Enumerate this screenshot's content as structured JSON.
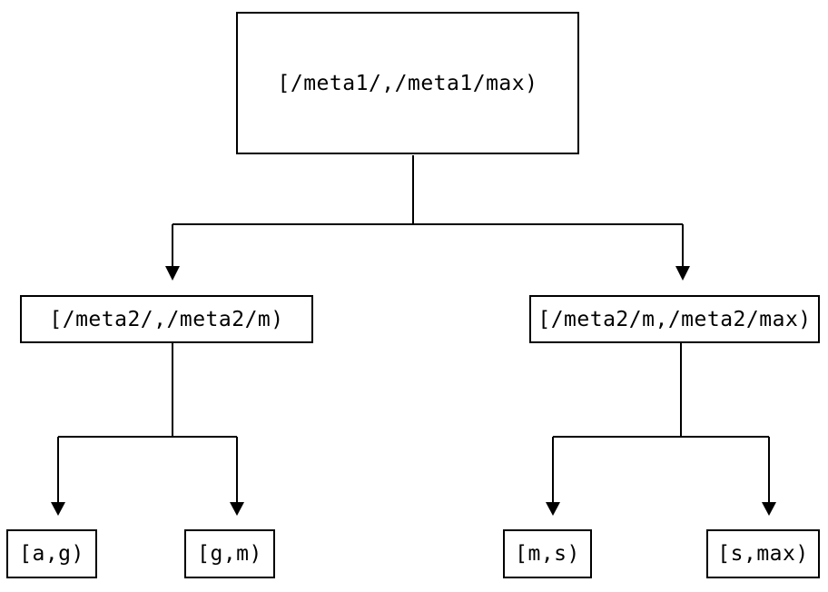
{
  "diagram": {
    "type": "tree",
    "background_color": "#ffffff",
    "line_color": "#000000",
    "box_border_color": "#000000",
    "text_color": "#000000",
    "nodes": {
      "root": {
        "label": "[/meta1/,/meta1/max)"
      },
      "meta2_low": {
        "label": "[/meta2/,/meta2/m)"
      },
      "meta2_high": {
        "label": "[/meta2/m,/meta2/max)"
      },
      "leaf_ag": {
        "label": "[a,g)"
      },
      "leaf_gm": {
        "label": "[g,m)"
      },
      "leaf_ms": {
        "label": "[m,s)"
      },
      "leaf_smax": {
        "label": "[s,max)"
      }
    },
    "edges": [
      {
        "from": "root",
        "to": "meta2_low"
      },
      {
        "from": "root",
        "to": "meta2_high"
      },
      {
        "from": "meta2_low",
        "to": "leaf_ag"
      },
      {
        "from": "meta2_low",
        "to": "leaf_gm"
      },
      {
        "from": "meta2_high",
        "to": "leaf_ms"
      },
      {
        "from": "meta2_high",
        "to": "leaf_smax"
      }
    ]
  }
}
